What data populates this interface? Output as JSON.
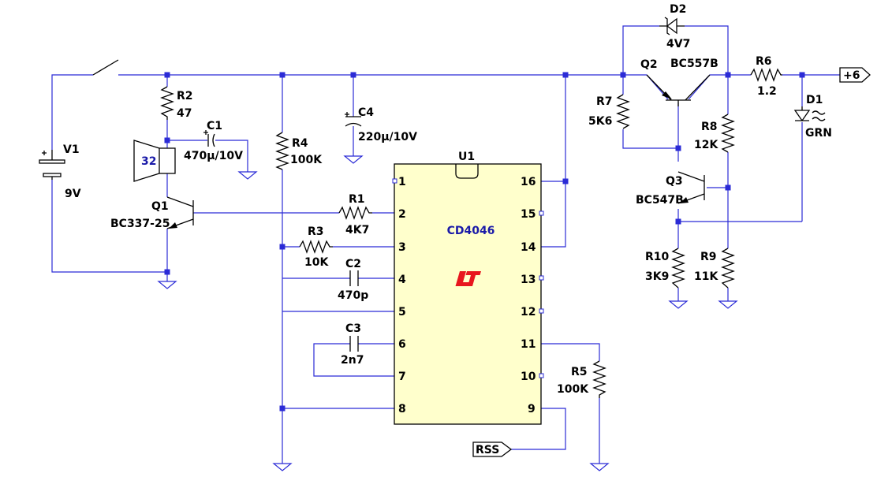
{
  "components": {
    "V1": {
      "ref": "V1",
      "value": "9V"
    },
    "R2": {
      "ref": "R2",
      "value": "47"
    },
    "C1": {
      "ref": "C1",
      "value": "470µ/10V"
    },
    "speaker": {
      "value": "32"
    },
    "Q1": {
      "ref": "Q1",
      "value": "BC337-25"
    },
    "R4": {
      "ref": "R4",
      "value": "100K"
    },
    "C4": {
      "ref": "C4",
      "value": "220µ/10V"
    },
    "R1": {
      "ref": "R1",
      "value": "4K7"
    },
    "R3": {
      "ref": "R3",
      "value": "10K"
    },
    "C2": {
      "ref": "C2",
      "value": "470p"
    },
    "C3": {
      "ref": "C3",
      "value": "2n7"
    },
    "U1": {
      "ref": "U1",
      "value": "CD4046"
    },
    "R5": {
      "ref": "R5",
      "value": "100K"
    },
    "D2": {
      "ref": "D2",
      "value": "4V7"
    },
    "Q2": {
      "ref": "Q2",
      "value": "BC557B"
    },
    "R6": {
      "ref": "R6",
      "value": "1.2"
    },
    "D1": {
      "ref": "D1",
      "value": "GRN"
    },
    "R7": {
      "ref": "R7",
      "value": "5K6"
    },
    "R8": {
      "ref": "R8",
      "value": "12K"
    },
    "Q3": {
      "ref": "Q3",
      "value": "BC547B"
    },
    "R10": {
      "ref": "R10",
      "value": "3K9"
    },
    "R9": {
      "ref": "R9",
      "value": "11K"
    }
  },
  "ic_pins_left": [
    "1",
    "2",
    "3",
    "4",
    "5",
    "6",
    "7",
    "8"
  ],
  "ic_pins_right": [
    "16",
    "15",
    "14",
    "13",
    "12",
    "11",
    "10",
    "9"
  ],
  "net_labels": {
    "out": "+6",
    "rss": "RSS"
  },
  "colors": {
    "wire": "#2b2bd6",
    "component": "#000000",
    "ic_fill": "#ffffcc",
    "logo": "#e8161e",
    "value_blue": "#1a1aa8"
  }
}
